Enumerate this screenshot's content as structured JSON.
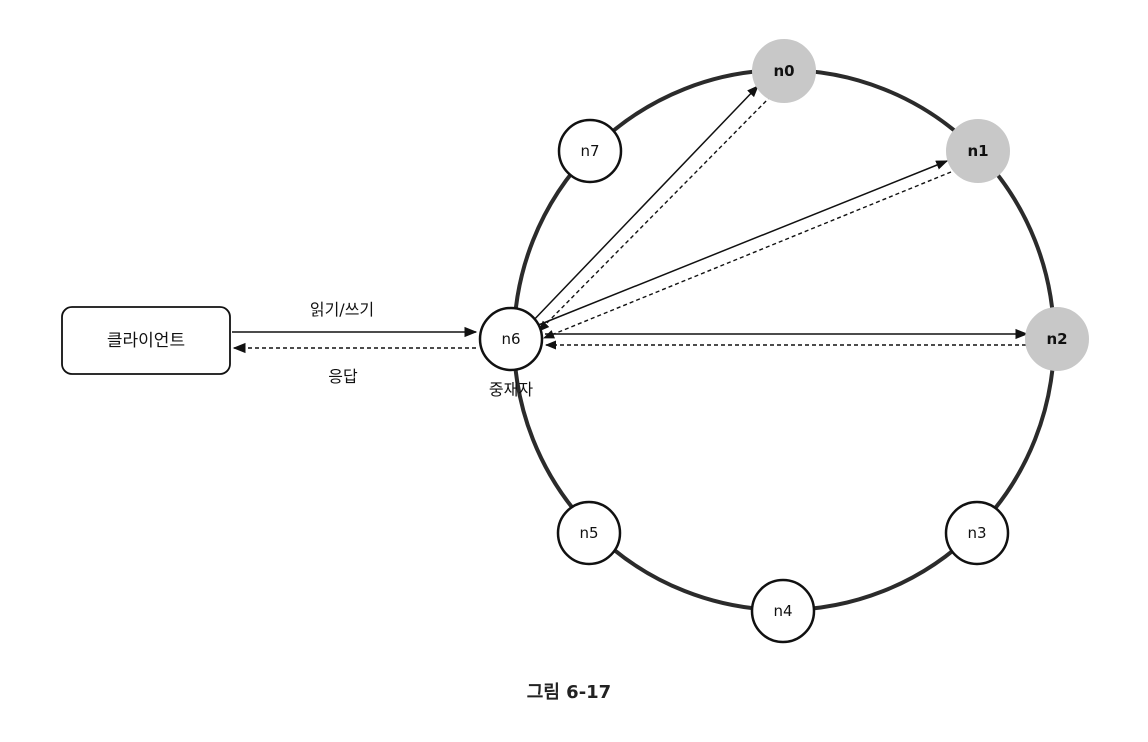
{
  "client": {
    "label": "클라이언트"
  },
  "edges": {
    "request_label": "읽기/쓰기",
    "response_label": "응답"
  },
  "coordinator": {
    "node": "n6",
    "role_label": "중재자"
  },
  "nodes": [
    {
      "id": "n0",
      "label": "n0",
      "replica": true
    },
    {
      "id": "n1",
      "label": "n1",
      "replica": true
    },
    {
      "id": "n2",
      "label": "n2",
      "replica": true
    },
    {
      "id": "n3",
      "label": "n3",
      "replica": false
    },
    {
      "id": "n4",
      "label": "n4",
      "replica": false
    },
    {
      "id": "n5",
      "label": "n5",
      "replica": false
    },
    {
      "id": "n6",
      "label": "n6",
      "replica": false
    },
    {
      "id": "n7",
      "label": "n7",
      "replica": false
    }
  ],
  "caption": "그림 6-17",
  "colors": {
    "ring": "#2b2b2b",
    "node_fill": "#ffffff",
    "replica_fill": "#c8c8c8",
    "stroke": "#111111"
  }
}
